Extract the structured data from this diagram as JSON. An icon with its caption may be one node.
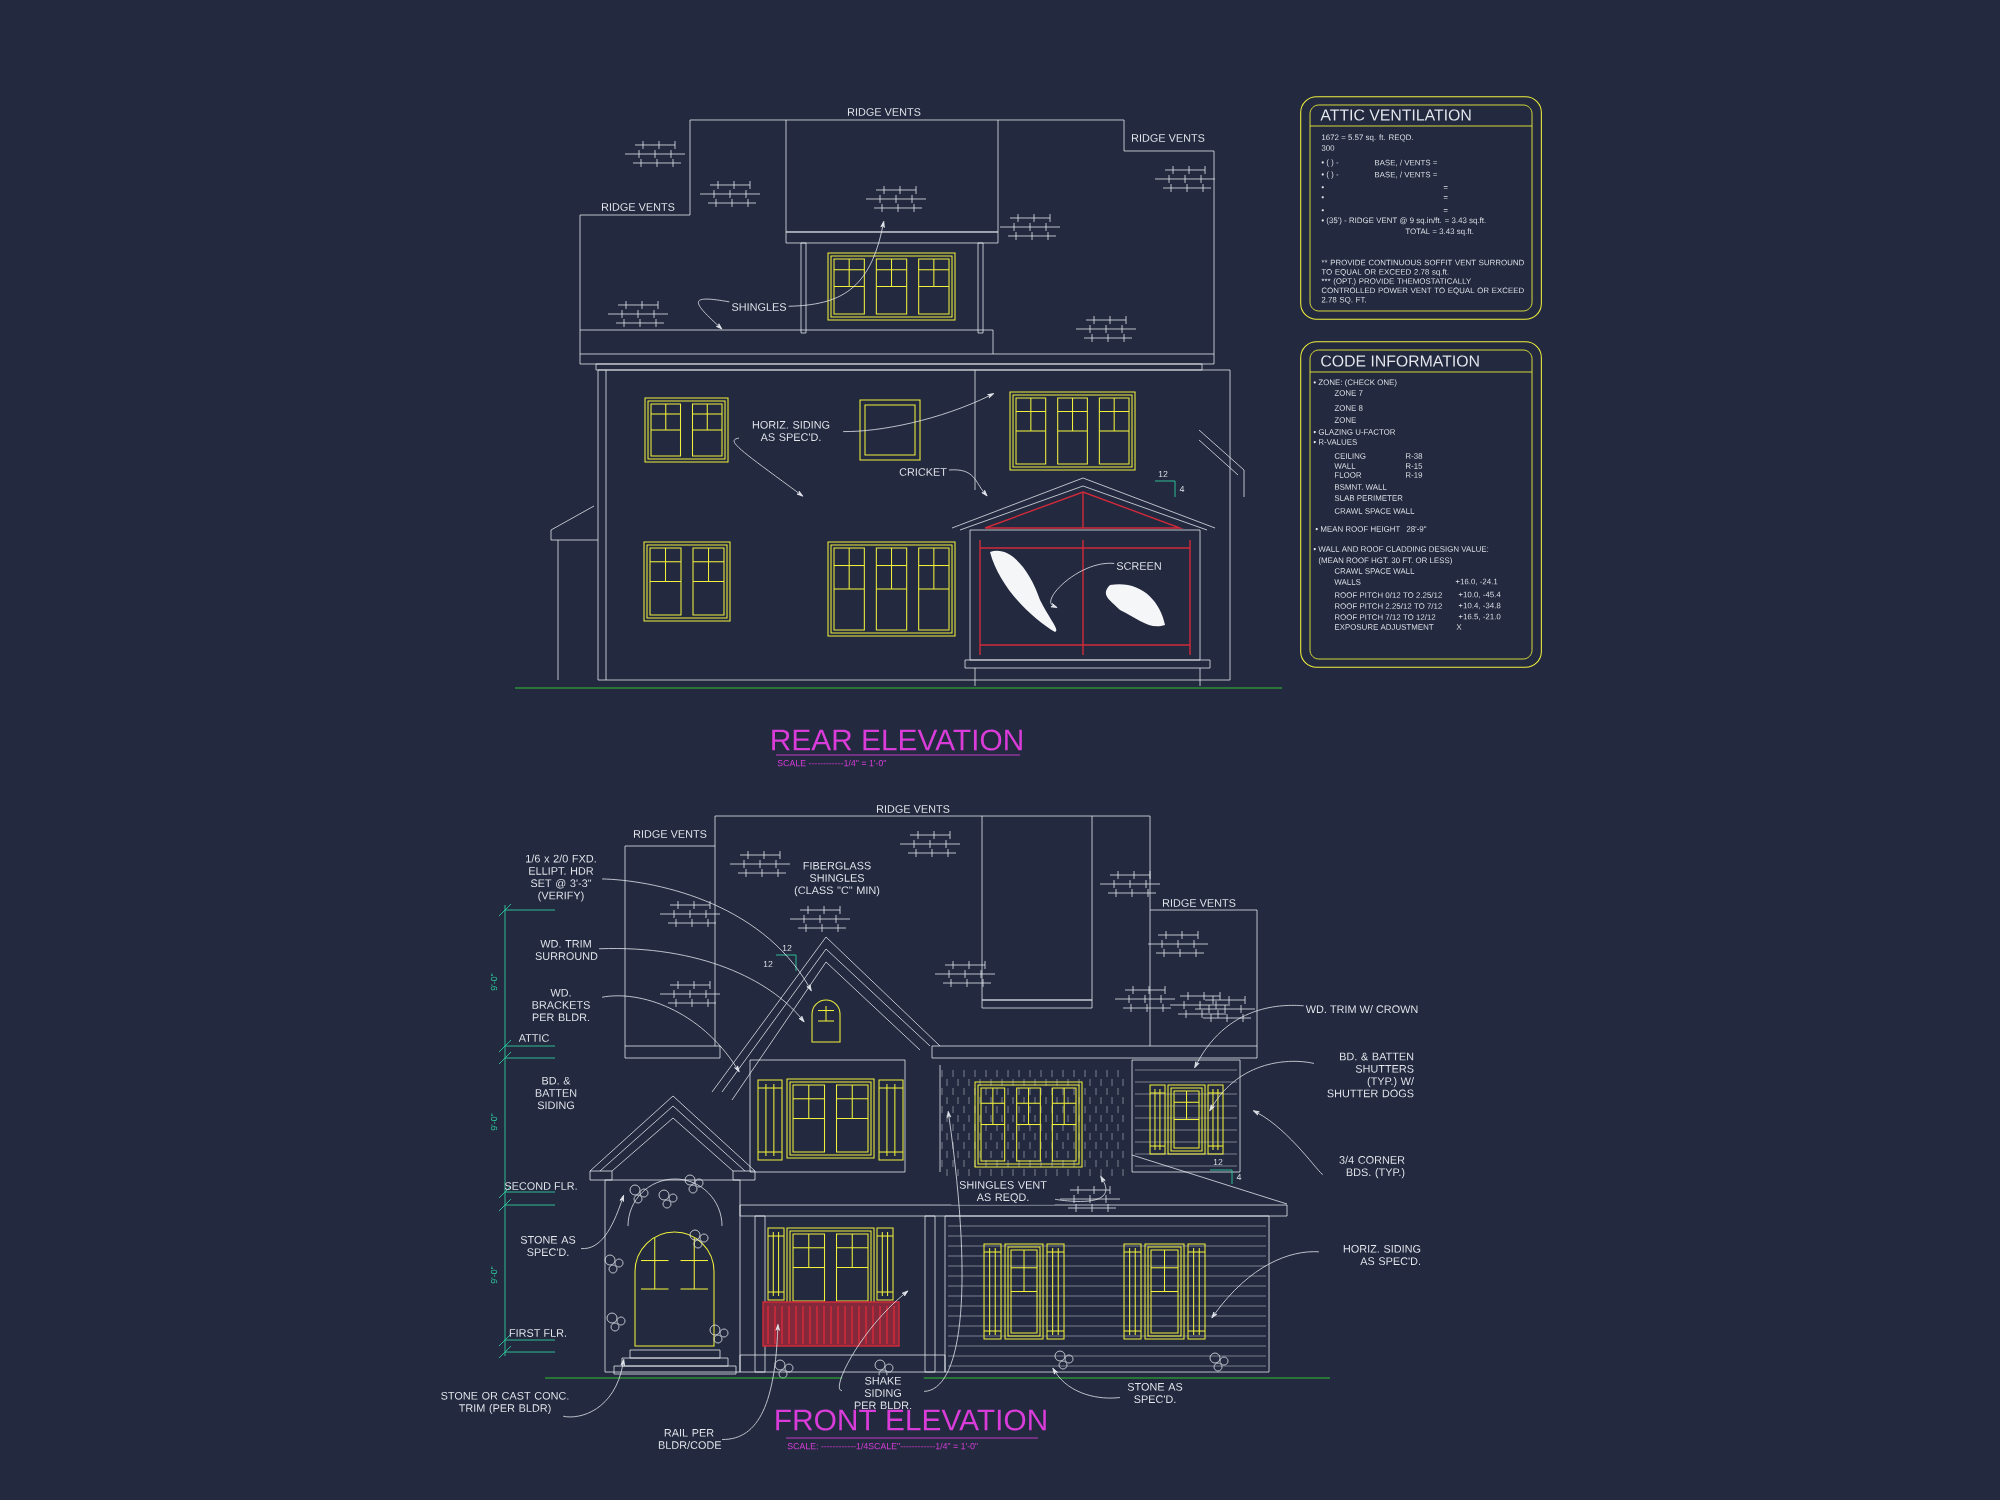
{
  "diagram": {
    "nodes": [
      {
        "text": [
          "ATTIC VENTILATION",
          "1672 = 5.57 sq. ft. REQD.",
          "300",
          "• (  ) -",
          "BASE,  /  VENTS  =",
          "• (  ) -",
          "BASE,  /  VENTS  =",
          "•",
          "=",
          "•",
          "=",
          "•",
          "=",
          "• (35') - RIDGE VENT @ 9 sq.in/ft. = 3.43 sq.ft.",
          "TOTAL = 3.43 sq.ft.",
          "** PROVIDE CONTINUOUS SOFFIT VENT SURROUND TO EQUAL OR EXCEED 2.78 sq.ft.",
          "*** (OPT.) PROVIDE THEMOSTATICALLY CONTROLLED POWER VENT TO EQUAL OR EXCEED 2.78 SQ. FT."
        ]
      },
      {
        "text": [
          "CODE INFORMATION",
          "• ZONE: (CHECK ONE)",
          "ZONE 7",
          "ZONE 8",
          "ZONE",
          "• GLAZING U-FACTOR",
          "• R-VALUES",
          "CEILING",
          "R-38",
          "WALL",
          "R-15",
          "FLOOR",
          "R-19",
          "BSMNT. WALL",
          "SLAB PERIMETER",
          "CRAWL SPACE WALL",
          "• MEAN ROOF HEIGHT",
          "28'-9\"",
          "• WALL AND ROOF CLADDING DESIGN VALUE:",
          "(MEAN ROOF HGT. 30 FT. OR LESS)",
          "CRAWL SPACE WALL",
          "WALLS",
          "+16.0, -24.1",
          "ROOF PITCH 0/12 TO 2.25/12",
          "+10.0, -45.4",
          "ROOF PITCH 2.25/12 TO 7/12",
          "+10.4, -34.8",
          "ROOF PITCH 7/12 TO 12/12",
          "+16.5, -21.0",
          "EXPOSURE ADJUSTMENT",
          "X"
        ]
      },
      {
        "text": [
          "SHINGLES"
        ]
      },
      {
        "text": [
          "HORIZ. SIDING AS SPEC'D."
        ]
      },
      {
        "text": [
          "CRICKET"
        ]
      },
      {
        "text": [
          "SCREEN"
        ]
      },
      {
        "text": [
          "1/6 x 2/0 FXD. ELLIPT. HDR SET @ 3'-3\" (VERIFY)"
        ]
      },
      {
        "text": [
          "WD. TRIM SURROUND"
        ]
      },
      {
        "text": [
          "WD. BRACKETS PER BLDR."
        ]
      },
      {
        "text": [
          "STONE AS SPEC'D."
        ]
      },
      {
        "text": [
          "WD. TRIM W/ CROWN"
        ]
      },
      {
        "text": [
          "BD. & BATTEN SHUTTERS (TYP.) W/ SHUTTER DOGS"
        ]
      },
      {
        "text": [
          "3/4 CORNER BDS. (TYP.)"
        ]
      },
      {
        "text": [
          "SHINGLES VENT AS REQD."
        ]
      },
      {
        "text": [
          "HORIZ. SIDING AS SPEC'D."
        ]
      },
      {
        "text": [
          "STONE OR CAST CONC. TRIM (PER BLDR)"
        ]
      },
      {
        "text": [
          "RAIL PER BLDR/CODE"
        ]
      },
      {
        "text": [
          "SHAKE SIDING PER BLDR."
        ]
      },
      {
        "text": [
          "STONE AS SPEC'D."
        ]
      },
      {
        "text": [],
        "shape": "picture"
      },
      {
        "text": [],
        "shape": "picture"
      }
    ],
    "edges": [
      {
        "from": 2,
        "to": null,
        "arrow": "to"
      },
      {
        "from": 2,
        "to": null,
        "arrow": "to"
      },
      {
        "from": 3,
        "to": null,
        "arrow": "to"
      },
      {
        "from": 3,
        "to": null,
        "arrow": "to"
      },
      {
        "from": 4,
        "to": null,
        "arrow": "to"
      },
      {
        "from": 5,
        "to": 19,
        "arrow": "to"
      },
      {
        "from": 6,
        "to": null,
        "arrow": "to"
      },
      {
        "from": 7,
        "to": null,
        "arrow": "to"
      },
      {
        "from": 8,
        "to": null,
        "arrow": "to"
      },
      {
        "from": 9,
        "to": null,
        "arrow": "to"
      },
      {
        "from": 10,
        "to": null,
        "arrow": "to"
      },
      {
        "from": 11,
        "to": null,
        "arrow": "to"
      },
      {
        "from": 12,
        "to": null,
        "arrow": "to"
      },
      {
        "from": 13,
        "to": null,
        "arrow": "to"
      },
      {
        "from": 14,
        "to": null,
        "arrow": "to"
      },
      {
        "from": 15,
        "to": null,
        "arrow": "to"
      },
      {
        "from": 16,
        "to": null,
        "arrow": "to"
      },
      {
        "from": 17,
        "to": null,
        "arrow": "to"
      },
      {
        "from": 17,
        "to": null,
        "arrow": "to"
      },
      {
        "from": 18,
        "to": null,
        "arrow": "to"
      }
    ],
    "labels": [
      "RIDGE VENTS",
      "RIDGE VENTS",
      "RIDGE VENTS",
      "12",
      "4",
      "REAR ELEVATION",
      "SCALE ------------1/4\" = 1'-0\"",
      "RIDGE VENTS",
      "RIDGE VENTS",
      "RIDGE VENTS",
      "FIBERGLASS SHINGLES (CLASS \"C\" MIN)",
      "BD. & BATTEN SIDING",
      "12",
      "12",
      "12",
      "4",
      "ATTIC",
      "SECOND FLR.",
      "FIRST FLR.",
      "9'-0\"",
      "9'-0\"",
      "9'-0\"",
      "FRONT ELEVATION",
      "SCALE: ------------1/4SCALE\"------------1/4\" = 1'-0\""
    ]
  }
}
